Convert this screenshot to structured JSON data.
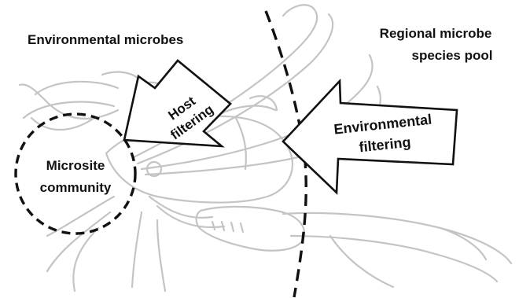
{
  "labels": {
    "environmental_microbes": "Environmental microbes",
    "regional_pool_line1": "Regional microbe",
    "regional_pool_line2": "species pool",
    "host_filtering_line1": "Host",
    "host_filtering_line2": "filtering",
    "environmental_filtering_line1": "Environmental",
    "environmental_filtering_line2": "filtering",
    "microsite_line1": "Microsite",
    "microsite_line2": "community"
  },
  "colors": {
    "text": "#111111",
    "background_illustration": "#c8c8c8",
    "arrow_fill": "#ffffff",
    "outline": "#111111"
  },
  "icons": {
    "background": "crayfish-illustration"
  }
}
